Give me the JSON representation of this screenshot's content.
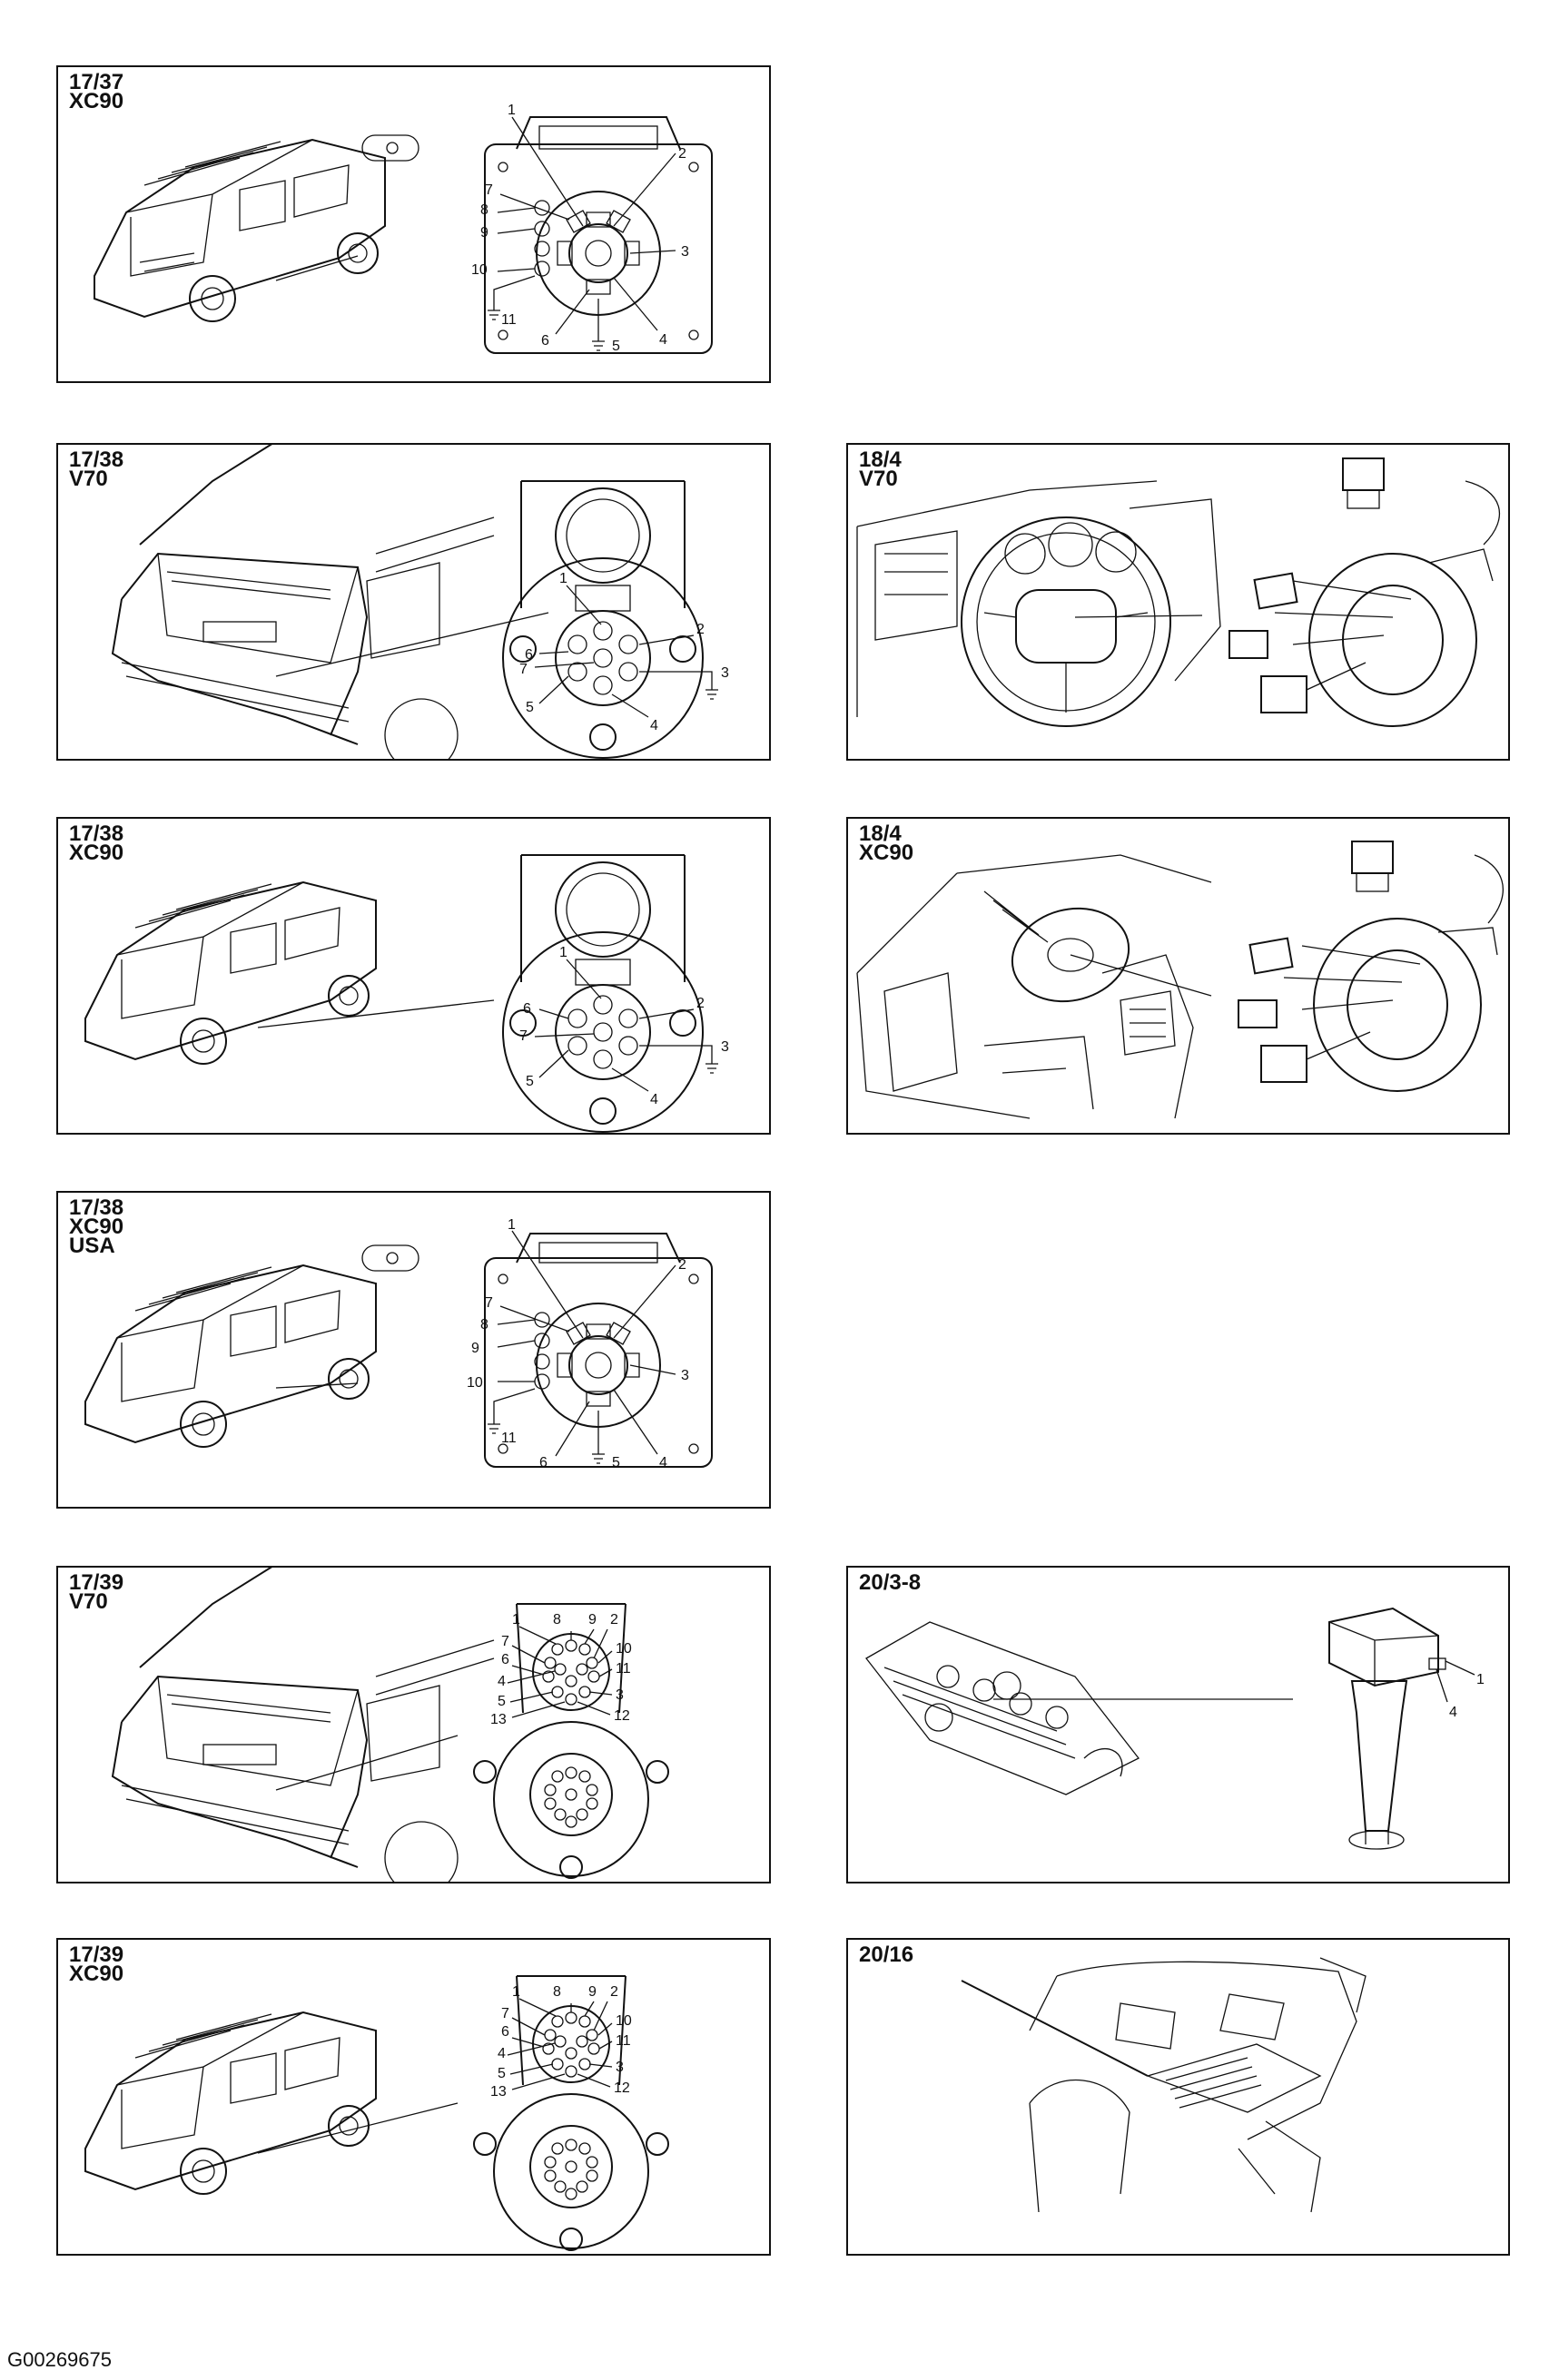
{
  "figure_id": "G00269675",
  "panels": [
    {
      "title": "17/37\nXC90",
      "pins": [
        "1",
        "2",
        "3",
        "4",
        "5",
        "6",
        "7",
        "8",
        "9",
        "10",
        "11"
      ]
    },
    {
      "title": "17/38\nV70",
      "pins": [
        "1",
        "2",
        "3",
        "4",
        "5",
        "6",
        "7"
      ]
    },
    {
      "title": "18/4\nV70"
    },
    {
      "title": "17/38\nXC90",
      "pins": [
        "1",
        "2",
        "3",
        "4",
        "5",
        "6",
        "7"
      ]
    },
    {
      "title": "18/4\nXC90"
    },
    {
      "title": "17/38\nXC90\nUSA",
      "pins": [
        "1",
        "2",
        "3",
        "4",
        "5",
        "6",
        "7",
        "8",
        "9",
        "10",
        "11"
      ]
    },
    {
      "title": "17/39\nV70",
      "pins": [
        "1",
        "8",
        "9",
        "2",
        "7",
        "10",
        "6",
        "11",
        "4",
        "5",
        "3",
        "13",
        "12"
      ]
    },
    {
      "title": "20/3-8",
      "pins": [
        "1",
        "4"
      ]
    },
    {
      "title": "17/39\nXC90",
      "pins": [
        "1",
        "8",
        "9",
        "2",
        "7",
        "10",
        "6",
        "11",
        "4",
        "5",
        "3",
        "13",
        "12"
      ]
    },
    {
      "title": "20/16"
    }
  ]
}
